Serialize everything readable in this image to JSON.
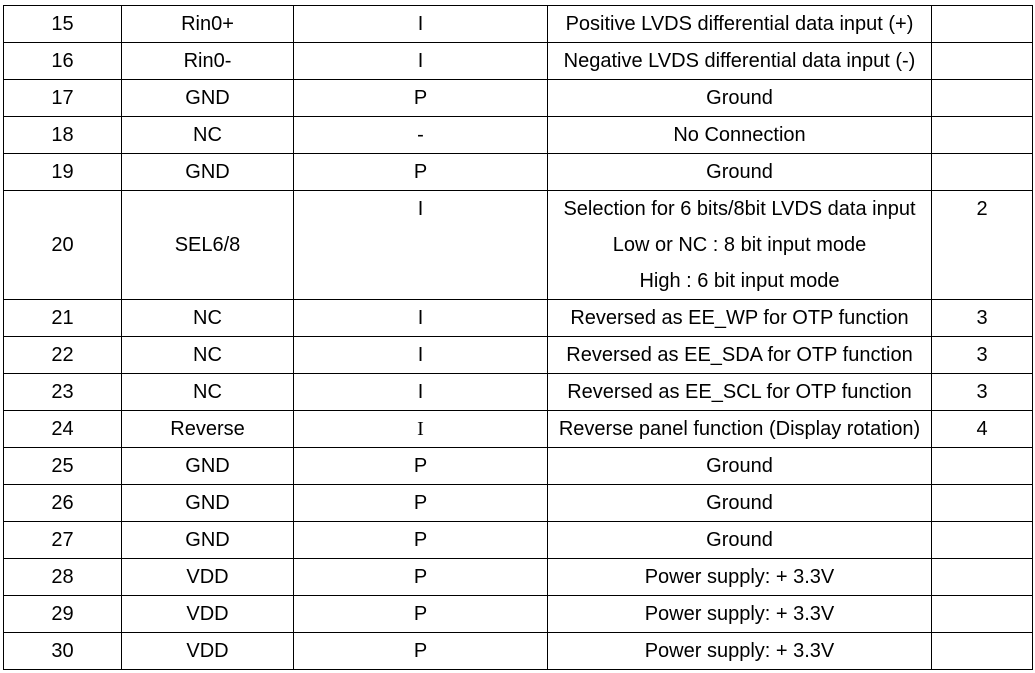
{
  "rows": [
    {
      "no": "15",
      "symbol": "Rin0+",
      "io": "I",
      "description": [
        "Positive LVDS differential data input (+)"
      ],
      "note": ""
    },
    {
      "no": "16",
      "symbol": "Rin0-",
      "io": "I",
      "description": [
        "Negative LVDS differential data input (-)"
      ],
      "note": ""
    },
    {
      "no": "17",
      "symbol": "GND",
      "io": "P",
      "description": [
        "Ground"
      ],
      "note": ""
    },
    {
      "no": "18",
      "symbol": "NC",
      "io": "-",
      "description": [
        "No Connection"
      ],
      "note": ""
    },
    {
      "no": "19",
      "symbol": "GND",
      "io": "P",
      "description": [
        "Ground"
      ],
      "note": ""
    },
    {
      "no": "20",
      "symbol": "SEL6/8",
      "io": "I",
      "description": [
        "Selection for 6 bits/8bit LVDS data input",
        "Low or NC : 8 bit input mode",
        "High : 6 bit input mode"
      ],
      "note": "2"
    },
    {
      "no": "21",
      "symbol": "NC",
      "io": "I",
      "description": [
        "Reversed as EE_WP for OTP function"
      ],
      "note": "3"
    },
    {
      "no": "22",
      "symbol": "NC",
      "io": "I",
      "description": [
        "Reversed as EE_SDA for OTP function"
      ],
      "note": "3"
    },
    {
      "no": "23",
      "symbol": "NC",
      "io": "I",
      "description": [
        "Reversed as EE_SCL for OTP function"
      ],
      "note": "3"
    },
    {
      "no": "24",
      "symbol": "Reverse",
      "io": "I",
      "description": [
        "Reverse panel function (Display rotation)"
      ],
      "note": "4"
    },
    {
      "no": "25",
      "symbol": "GND",
      "io": "P",
      "description": [
        "Ground"
      ],
      "note": ""
    },
    {
      "no": "26",
      "symbol": "GND",
      "io": "P",
      "description": [
        "Ground"
      ],
      "note": ""
    },
    {
      "no": "27",
      "symbol": "GND",
      "io": "P",
      "description": [
        "Ground"
      ],
      "note": ""
    },
    {
      "no": "28",
      "symbol": "VDD",
      "io": "P",
      "description": [
        "Power supply: + 3.3V"
      ],
      "note": ""
    },
    {
      "no": "29",
      "symbol": "VDD",
      "io": "P",
      "description": [
        "Power supply: + 3.3V"
      ],
      "note": ""
    },
    {
      "no": "30",
      "symbol": "VDD",
      "io": "P",
      "description": [
        "Power supply: + 3.3V"
      ],
      "note": ""
    }
  ]
}
